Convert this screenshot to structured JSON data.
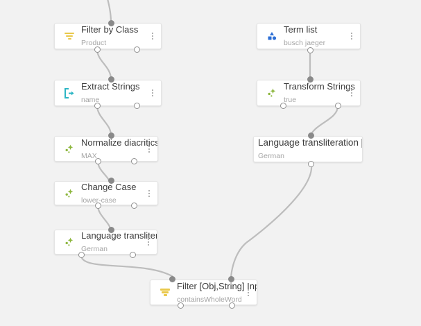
{
  "app": {
    "canvas_background": "#f2f2f2",
    "node_background": "#ffffff"
  },
  "colors": {
    "filter_icon": "#e9c84a",
    "extract_icon": "#2bb5c4",
    "sparkle_icon": "#8cb63c",
    "termlist_icon": "#2d6fd6",
    "edge": "#bdbdbd",
    "port": "#8a8a8a",
    "title_text": "#3c3c3c",
    "subtitle_text": "#a6a6a6"
  },
  "nodes": [
    {
      "id": "filter-by-class",
      "title": "Filter by Class",
      "subtitle": "Product",
      "icon": "filter-funnel-icon",
      "menu": "kebab-menu-icon"
    },
    {
      "id": "extract-strings",
      "title": "Extract Strings",
      "subtitle": "name",
      "icon": "extract-export-icon",
      "menu": "kebab-menu-icon"
    },
    {
      "id": "normalize-diacritics",
      "title": "Normalize diacritics",
      "subtitle": "MAX",
      "icon": "sparkle-icon",
      "menu": "kebab-menu-icon"
    },
    {
      "id": "change-case",
      "title": "Change Case",
      "subtitle": "lower-case",
      "icon": "sparkle-icon",
      "menu": "kebab-menu-icon"
    },
    {
      "id": "language-transliteration",
      "title": "Language transliteration",
      "subtitle": "German",
      "icon": "sparkle-icon",
      "menu": "kebab-menu-icon"
    },
    {
      "id": "term-list",
      "title": "Term list",
      "subtitle": "busch jaeger",
      "icon": "term-list-shapes-icon",
      "menu": "kebab-menu-icon"
    },
    {
      "id": "transform-strings",
      "title": "Transform Strings",
      "subtitle": "true",
      "icon": "sparkle-icon",
      "menu": "kebab-menu-icon"
    },
    {
      "id": "language-transliteration-string",
      "title": "Language transliteration [String",
      "subtitle": "German",
      "icon": "none",
      "menu": "none"
    },
    {
      "id": "filter-obj-string-input",
      "title": "Filter [Obj,String] Input",
      "subtitle": "containsWholeWord",
      "icon": "filter-funnel-icon",
      "menu": "kebab-menu-icon"
    }
  ]
}
